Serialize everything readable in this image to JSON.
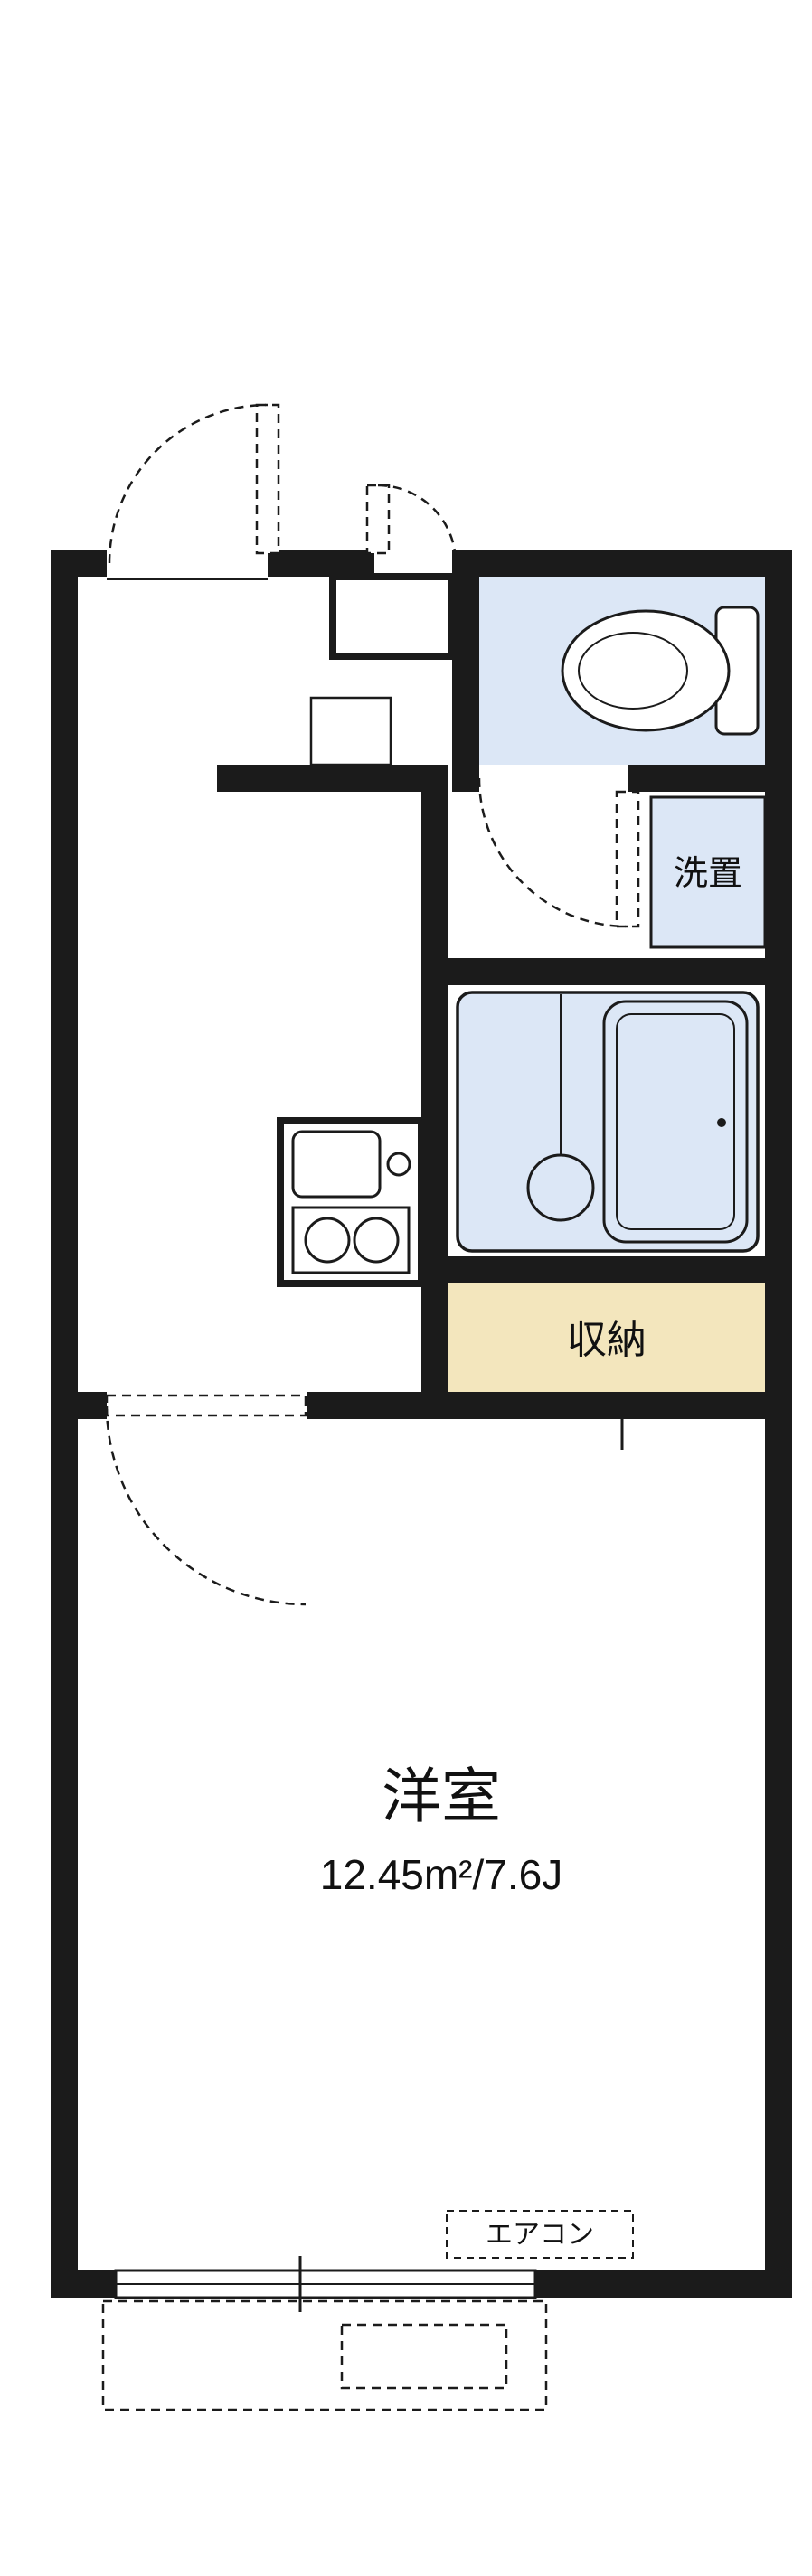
{
  "floor_plan": {
    "labels": {
      "main_room_name": "洋室",
      "main_room_area": "12.45m²/7.6J",
      "storage_label": "収納",
      "washer_label": "洗置",
      "aircon_label": "エアコン"
    },
    "colors": {
      "wall": "#1b1b1b",
      "water_area_fill": "#dce7f6",
      "storage_fill": "#f3e6bd",
      "entry_tile_fill": "#f4ecd2",
      "background": "#ffffff"
    }
  }
}
